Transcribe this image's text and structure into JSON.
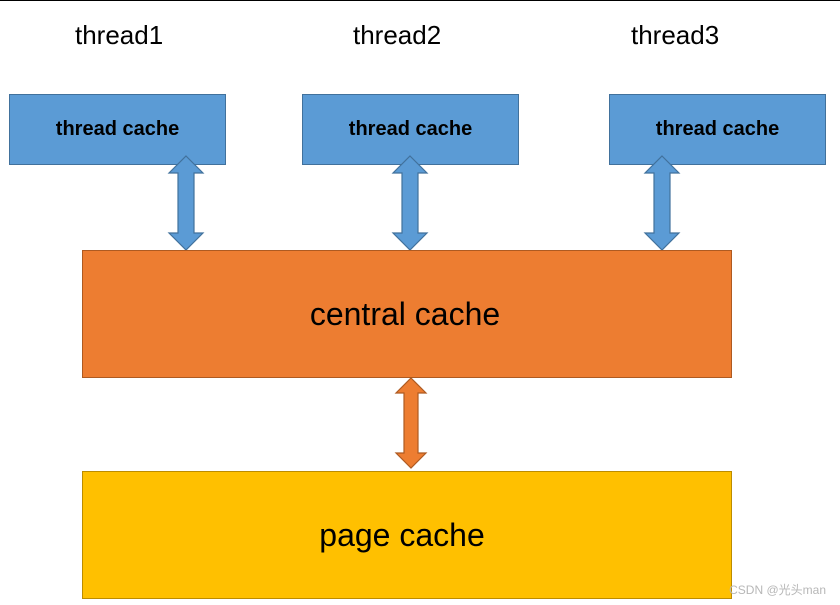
{
  "threads": [
    {
      "label": "thread1",
      "cache_label": "thread cache"
    },
    {
      "label": "thread2",
      "cache_label": "thread cache"
    },
    {
      "label": "thread3",
      "cache_label": "thread cache"
    }
  ],
  "central_cache": {
    "label": "central cache"
  },
  "page_cache": {
    "label": "page cache"
  },
  "watermark": "CSDN @光头man",
  "colors": {
    "thread_cache_fill": "#5b9bd5",
    "thread_arrow_fill": "#5b9bd5",
    "central_cache_fill": "#ed7d31",
    "central_arrow_fill": "#ed7d31",
    "page_cache_fill": "#ffc000"
  }
}
